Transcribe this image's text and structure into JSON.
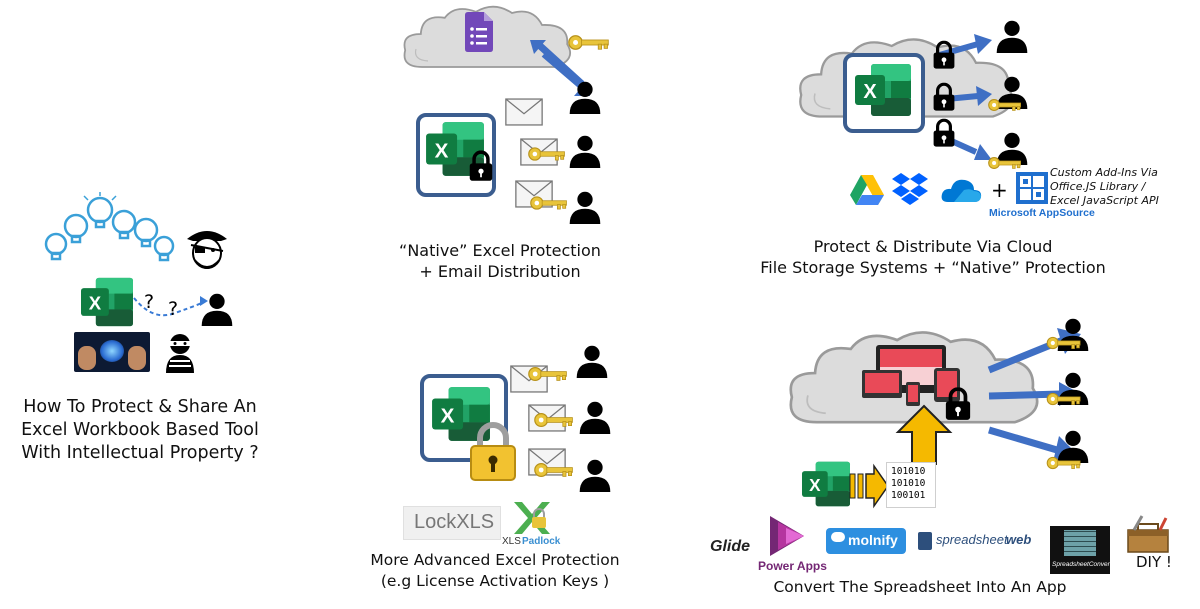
{
  "left": {
    "caption": [
      "How To Protect & Share An",
      "Excel Workbook Based Tool",
      "With Intellectual Property ?"
    ],
    "question_mark": "?"
  },
  "native_email": {
    "caption": [
      "“Native” Excel Protection",
      "+ Email Distribution"
    ]
  },
  "cloud": {
    "caption": [
      "Protect & Distribute Via Cloud",
      "File Storage Systems + “Native” Protection"
    ],
    "plus": "+",
    "addin_text": [
      "Custom Add-Ins Via",
      "Office.JS Library /",
      "Excel JavaScript API"
    ],
    "appsource": "Microsoft AppSource"
  },
  "advanced": {
    "caption": [
      "More Advanced Excel Protection",
      "(e.g License Activation Keys )"
    ],
    "lockxls": "LockXLS",
    "xls_label": "XLS",
    "padlock_label": "Padlock"
  },
  "app": {
    "caption": "Convert The Spreadsheet Into An App",
    "binary": [
      "101010",
      "101010",
      "100101"
    ],
    "glide": "Glide",
    "powerapps": "Power Apps",
    "molnify": "molnify",
    "spreadsheetweb_a": "spreadsheet",
    "spreadsheetweb_b": "web",
    "spreadsheetconverter": "SpreadsheetConverter",
    "diy": "DIY !"
  },
  "excel_letter": "X",
  "colors": {
    "excel_dark": "#185c37",
    "excel_mid": "#21a366",
    "excel_light": "#33c481",
    "arrow_blue": "#3f6fc4",
    "key_gold": "#e8c43a",
    "frame_blue": "#3b5d8f"
  }
}
